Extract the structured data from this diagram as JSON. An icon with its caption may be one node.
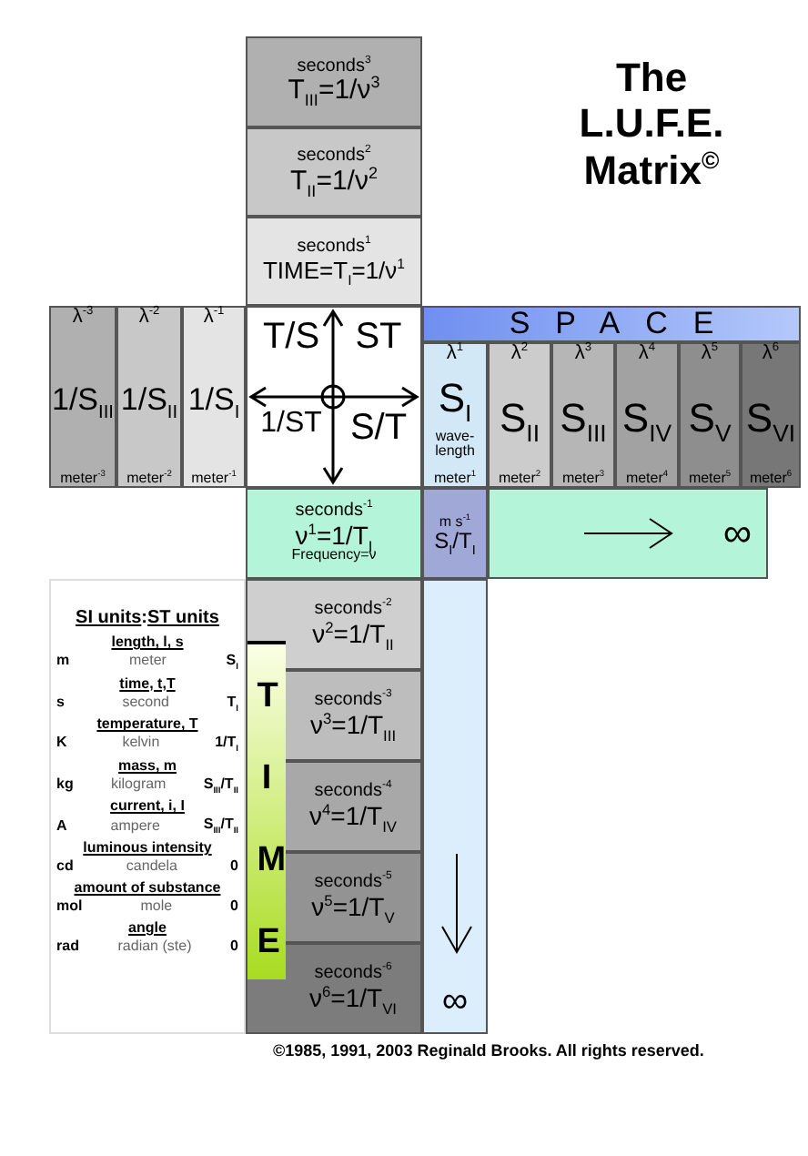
{
  "diagram": {
    "title": "The L.U.F.E. Matrix$^{©}$",
    "caption": "©1985, 1991, 2003 Reginald Brooks. All rights reserved.",
    "nodes": [
      {
        "text": [
          "seconds$^{3}$",
          "T$_{III}$=1/ν$^{3}$"
        ]
      },
      {
        "text": [
          "seconds$^{2}$",
          "T$_{II}$=1/ν$^{2}$"
        ]
      },
      {
        "text": [
          "seconds$^{1}$",
          "TIME=T$_{I}$=1/ν$^{1}$"
        ]
      },
      {
        "text": [
          "λ$^{-3}$",
          "1/S$_{III}$",
          "meter$^{-3}$"
        ]
      },
      {
        "text": [
          "λ$^{-2}$",
          "1/S$_{II}$",
          "meter$^{-2}$"
        ]
      },
      {
        "text": [
          "λ$^{-1}$",
          "1/S$_{I}$",
          "meter$^{-1}$"
        ]
      },
      {
        "text": [
          "T/S",
          "ST",
          "1/ST",
          "S/T"
        ]
      },
      {
        "text": [
          "SPACE"
        ]
      },
      {
        "text": [
          "λ$^{1}$",
          "S$_{I}$",
          "wave-length",
          "meter$^{1}$"
        ]
      },
      {
        "text": [
          "λ$^{2}$",
          "S$_{II}$",
          "meter$^{2}$"
        ]
      },
      {
        "text": [
          "λ$^{3}$",
          "S$_{III}$",
          "meter$^{3}$"
        ]
      },
      {
        "text": [
          "λ$^{4}$",
          "S$_{IV}$",
          "meter$^{4}$"
        ]
      },
      {
        "text": [
          "λ$^{5}$",
          "S$_{V}$",
          "meter$^{5}$"
        ]
      },
      {
        "text": [
          "λ$^{6}$",
          "S$_{VI}$",
          "meter$^{6}$"
        ]
      },
      {
        "text": [
          "seconds$^{-1}$",
          "ν$^{1}$=1/T$_{I}$",
          "Frequency=ν"
        ]
      },
      {
        "text": [
          "m s$^{-1}$",
          "S$_{I}$/T$_{I}$"
        ]
      },
      {
        "text": [
          "∞"
        ]
      },
      {
        "text": [
          "seconds$^{-2}$",
          "ν$^{2}$=1/T$_{II}$"
        ]
      },
      {
        "text": [
          "seconds$^{-3}$",
          "ν$^{3}$=1/T$_{III}$"
        ]
      },
      {
        "text": [
          "seconds$^{-4}$",
          "ν$^{4}$=1/T$_{IV}$"
        ]
      },
      {
        "text": [
          "seconds$^{-5}$",
          "ν$^{5}$=1/T$_{V}$"
        ]
      },
      {
        "text": [
          "seconds$^{-6}$",
          "ν$^{6}$=1/T$_{VI}$"
        ]
      },
      {
        "text": [
          "TIME"
        ]
      },
      {
        "text": [
          "∞"
        ]
      }
    ],
    "labels": [
      "SI units",
      ":",
      "ST units",
      "length, l, s",
      "m",
      "meter",
      "S$_{I}$",
      "time, t,T",
      "s",
      "second",
      "T$_{I}$",
      "temperature, T",
      "K",
      "kelvin",
      "1/T$_{I}$",
      "mass, m",
      "kg",
      "kilogram",
      "S$_{III}$/T$_{II}$",
      "current, i, I",
      "A",
      "ampere",
      "S$_{III}$/T$_{II}$",
      "luminous intensity",
      "cd",
      "candela",
      "0",
      "amount of substance",
      "mol",
      "mole",
      "0",
      "angle",
      "rad",
      "radian (ste)",
      "0"
    ]
  }
}
